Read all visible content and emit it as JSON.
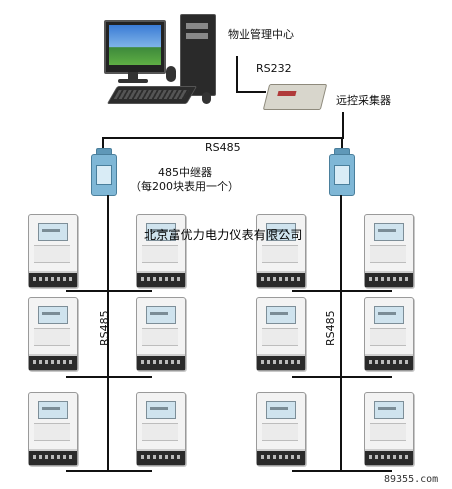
{
  "labels": {
    "management_center": "物业管理中心",
    "rs232": "RS232",
    "remote_collector": "远控采集器",
    "rs485_bus": "RS485",
    "repeater_line1": "485中继器",
    "repeater_line2": "（每200块表用一个）",
    "company": "北京富优力电力仪表有限公司",
    "rs485_left": "RS485",
    "rs485_right": "RS485",
    "watermark": "89355.com"
  },
  "icons": {
    "computer": "computer-icon",
    "collector": "remote-collector-icon",
    "repeater": "rs485-repeater-icon",
    "meter": "electric-meter-icon"
  }
}
